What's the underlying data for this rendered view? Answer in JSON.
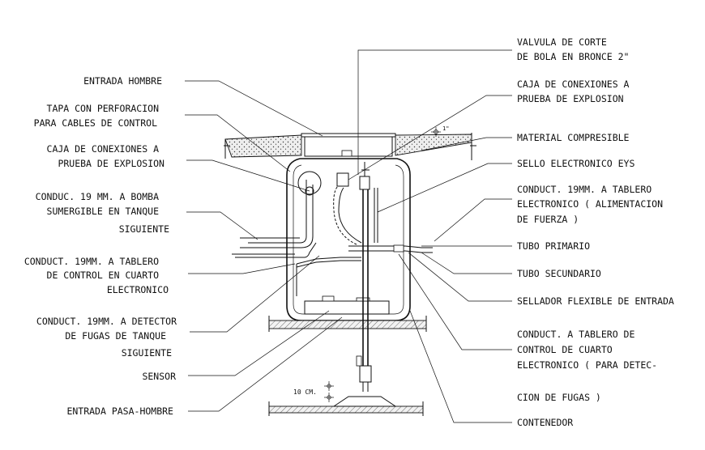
{
  "left_labels": [
    {
      "id": "entrada-hombre",
      "lines": [
        "ENTRADA HOMBRE"
      ]
    },
    {
      "id": "tapa-perforacion",
      "lines": [
        "TAPA CON PERFORACION",
        "PARA CABLES DE CONTROL"
      ]
    },
    {
      "id": "caja-conexiones-left",
      "lines": [
        "CAJA DE CONEXIONES A",
        "PRUEBA DE EXPLOSION"
      ]
    },
    {
      "id": "conduc-bomba",
      "lines": [
        "CONDUC. 19 MM. A BOMBA",
        "SUMERGIBLE EN TANQUE",
        "SIGUIENTE"
      ]
    },
    {
      "id": "conduct-tablero-control",
      "lines": [
        "CONDUCT. 19MM. A TABLERO",
        "DE CONTROL EN CUARTO",
        "ELECTRONICO"
      ]
    },
    {
      "id": "conduct-detector",
      "lines": [
        "CONDUCT. 19MM. A DETECTOR",
        "DE FUGAS DE TANQUE",
        "SIGUIENTE"
      ]
    },
    {
      "id": "sensor",
      "lines": [
        "SENSOR"
      ]
    },
    {
      "id": "entrada-pasa-hombre",
      "lines": [
        "ENTRADA PASA-HOMBRE"
      ]
    }
  ],
  "right_labels": [
    {
      "id": "valvula-corte",
      "lines": [
        "VALVULA DE CORTE",
        "DE BOLA EN BRONCE  2\""
      ]
    },
    {
      "id": "caja-conexiones-right",
      "lines": [
        "CAJA DE CONEXIONES A",
        "PRUEBA DE EXPLOSION"
      ]
    },
    {
      "id": "material-compresible",
      "lines": [
        "MATERIAL COMPRESIBLE"
      ]
    },
    {
      "id": "sello-electronico",
      "lines": [
        "SELLO ELECTRONICO  EYS"
      ]
    },
    {
      "id": "conduct-tablero-fuerza",
      "lines": [
        "CONDUCT. 19MM. A TABLERO",
        "ELECTRONICO ( ALIMENTACION",
        "DE FUERZA )"
      ]
    },
    {
      "id": "tubo-primario",
      "lines": [
        "TUBO PRIMARIO"
      ]
    },
    {
      "id": "tubo-secundario",
      "lines": [
        "TUBO SECUNDARIO"
      ]
    },
    {
      "id": "sellador-flexible",
      "lines": [
        "SELLADOR FLEXIBLE DE ENTRADA"
      ]
    },
    {
      "id": "conduct-tablero-fugas",
      "lines": [
        "CONDUCT. A TABLERO DE",
        "CONTROL DE CUARTO",
        "ELECTRONICO ( PARA DETEC-"
      ]
    },
    {
      "id": "cion-fugas",
      "lines": [
        "CION DE FUGAS )"
      ]
    },
    {
      "id": "contenedor",
      "lines": [
        "CONTENEDOR"
      ]
    }
  ],
  "annotations": {
    "dimension_10cm": "10 CM.",
    "slope_mark": "1\""
  }
}
